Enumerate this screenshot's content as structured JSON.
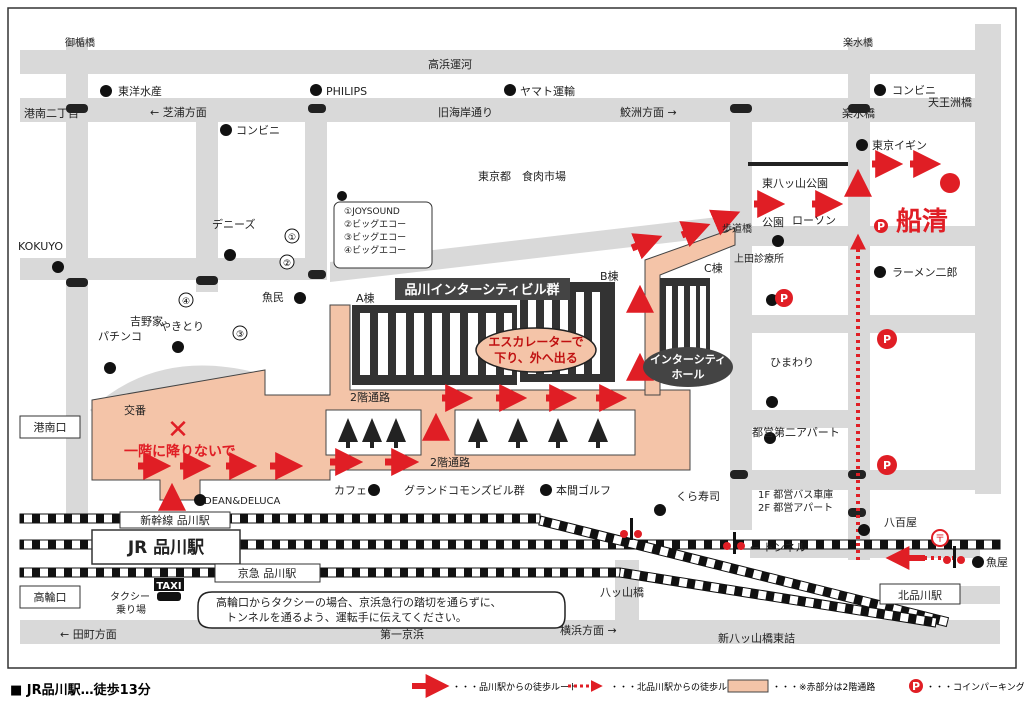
{
  "colors": {
    "road": "#d9d9d9",
    "walkway": "#f4c4a8",
    "route": "#e01e25",
    "building": "#3a3a3a",
    "frame": "#333333"
  },
  "streets": {
    "takahama_canal": "高浜運河",
    "shibaura": "← 芝浦方面",
    "kyu_kaigan": "旧海岸通り",
    "samezu": "鮫洲方面 →",
    "minato_2": "港南二丁目",
    "rakusui_bridge": "楽水橋",
    "tennozu": "天王洲橋",
    "tamachi": "← 田町方面",
    "daiichi_keihin": "第一京浜",
    "yokohama": "横浜方面 →",
    "kitashinagawa_station": "北品川駅",
    "yatsuyama_bridge": "八ッ山橋",
    "shin_yatsuyama": "新八ッ山橋東詰",
    "tunnel": "← トンネル"
  },
  "bridges": {
    "gobanbashi": "御楯橋",
    "rakusuibashi": "楽水橋",
    "hodokyo": "歩道橋"
  },
  "landmarks": {
    "toyo_suisan": "東洋水産",
    "philips": "PHILIPS",
    "yamato": "ヤマト運輸",
    "conveni1": "コンビニ",
    "conveni2": "コンビニ",
    "meat_market": "東京都　食肉市場",
    "kokuyo": "KOKUYO",
    "dennys": "デニーズ",
    "gyomin": "魚民",
    "yoshinoya": "吉野家",
    "yakitori": "やきとり",
    "pachinko": "パチンコ",
    "koban": "交番",
    "higashi_yatsuyama_park": "東八ッ山公園",
    "park": "公園",
    "lawson": "ローソン",
    "tokyo_aeon": "東京イギン",
    "ramen_jiro": "ラーメン二郎",
    "ueda_clinic": "上田診療所",
    "himawari": "ひまわり",
    "toei_apartment": "都営第二アパート",
    "kura_sushi": "くら寿司",
    "bus_garage": "1F 都営バス車庫\n2F 都営アパート",
    "yaoya": "八百屋",
    "sakanaya": "魚屋",
    "dean_deluca": "DEAN&DELUCA",
    "cafe": "カフェ",
    "grand_commons": "グランドコモンズビル群",
    "honma_golf": "本間ゴルフ"
  },
  "karaoke": {
    "list": [
      "①JOYSOUND",
      "②ビッグエコー",
      "③ビッグエコー",
      "④ビッグエコー"
    ],
    "n1": "①",
    "n2": "②",
    "n3": "③",
    "n4": "④"
  },
  "buildings": {
    "intercity_group": "品川インターシティビル群",
    "a": "A棟",
    "b": "B棟",
    "c": "C棟",
    "hall": "インターシティ\nホール",
    "escalator": "エスカレーターで\n下り、外へ出る",
    "floor2_corridor_a": "2階通路",
    "floor2_corridor_b": "2階通路",
    "dont_go_down": "一階に降りないで"
  },
  "destination": {
    "name": "船清"
  },
  "stations": {
    "shinkansen": "新幹線  品川駅",
    "jr": "JR 品川駅",
    "keikyu": "京急  品川駅",
    "konan_exit": "港南口",
    "takanawa_exit": "高輪口",
    "taxi": "TAXI",
    "taxi_stand": "タクシー\n乗り場"
  },
  "taxi_note": "高輪口からタクシーの場合、京浜急行の踏切を通らずに、\nトンネルを通るよう、運転手に伝えてください。",
  "footer": {
    "access": "■ JR品川駅…徒歩13分",
    "legend_jr": "・・・品川駅からの徒歩ルート",
    "legend_kita": "・・・北品川駅からの徒歩ルート",
    "legend_floor2": "・・・※赤部分は2階通路",
    "legend_parking": "・・・コインパーキング"
  },
  "icons": {
    "parking": "P",
    "keikyu_mark": "〒",
    "cross": "✕"
  }
}
